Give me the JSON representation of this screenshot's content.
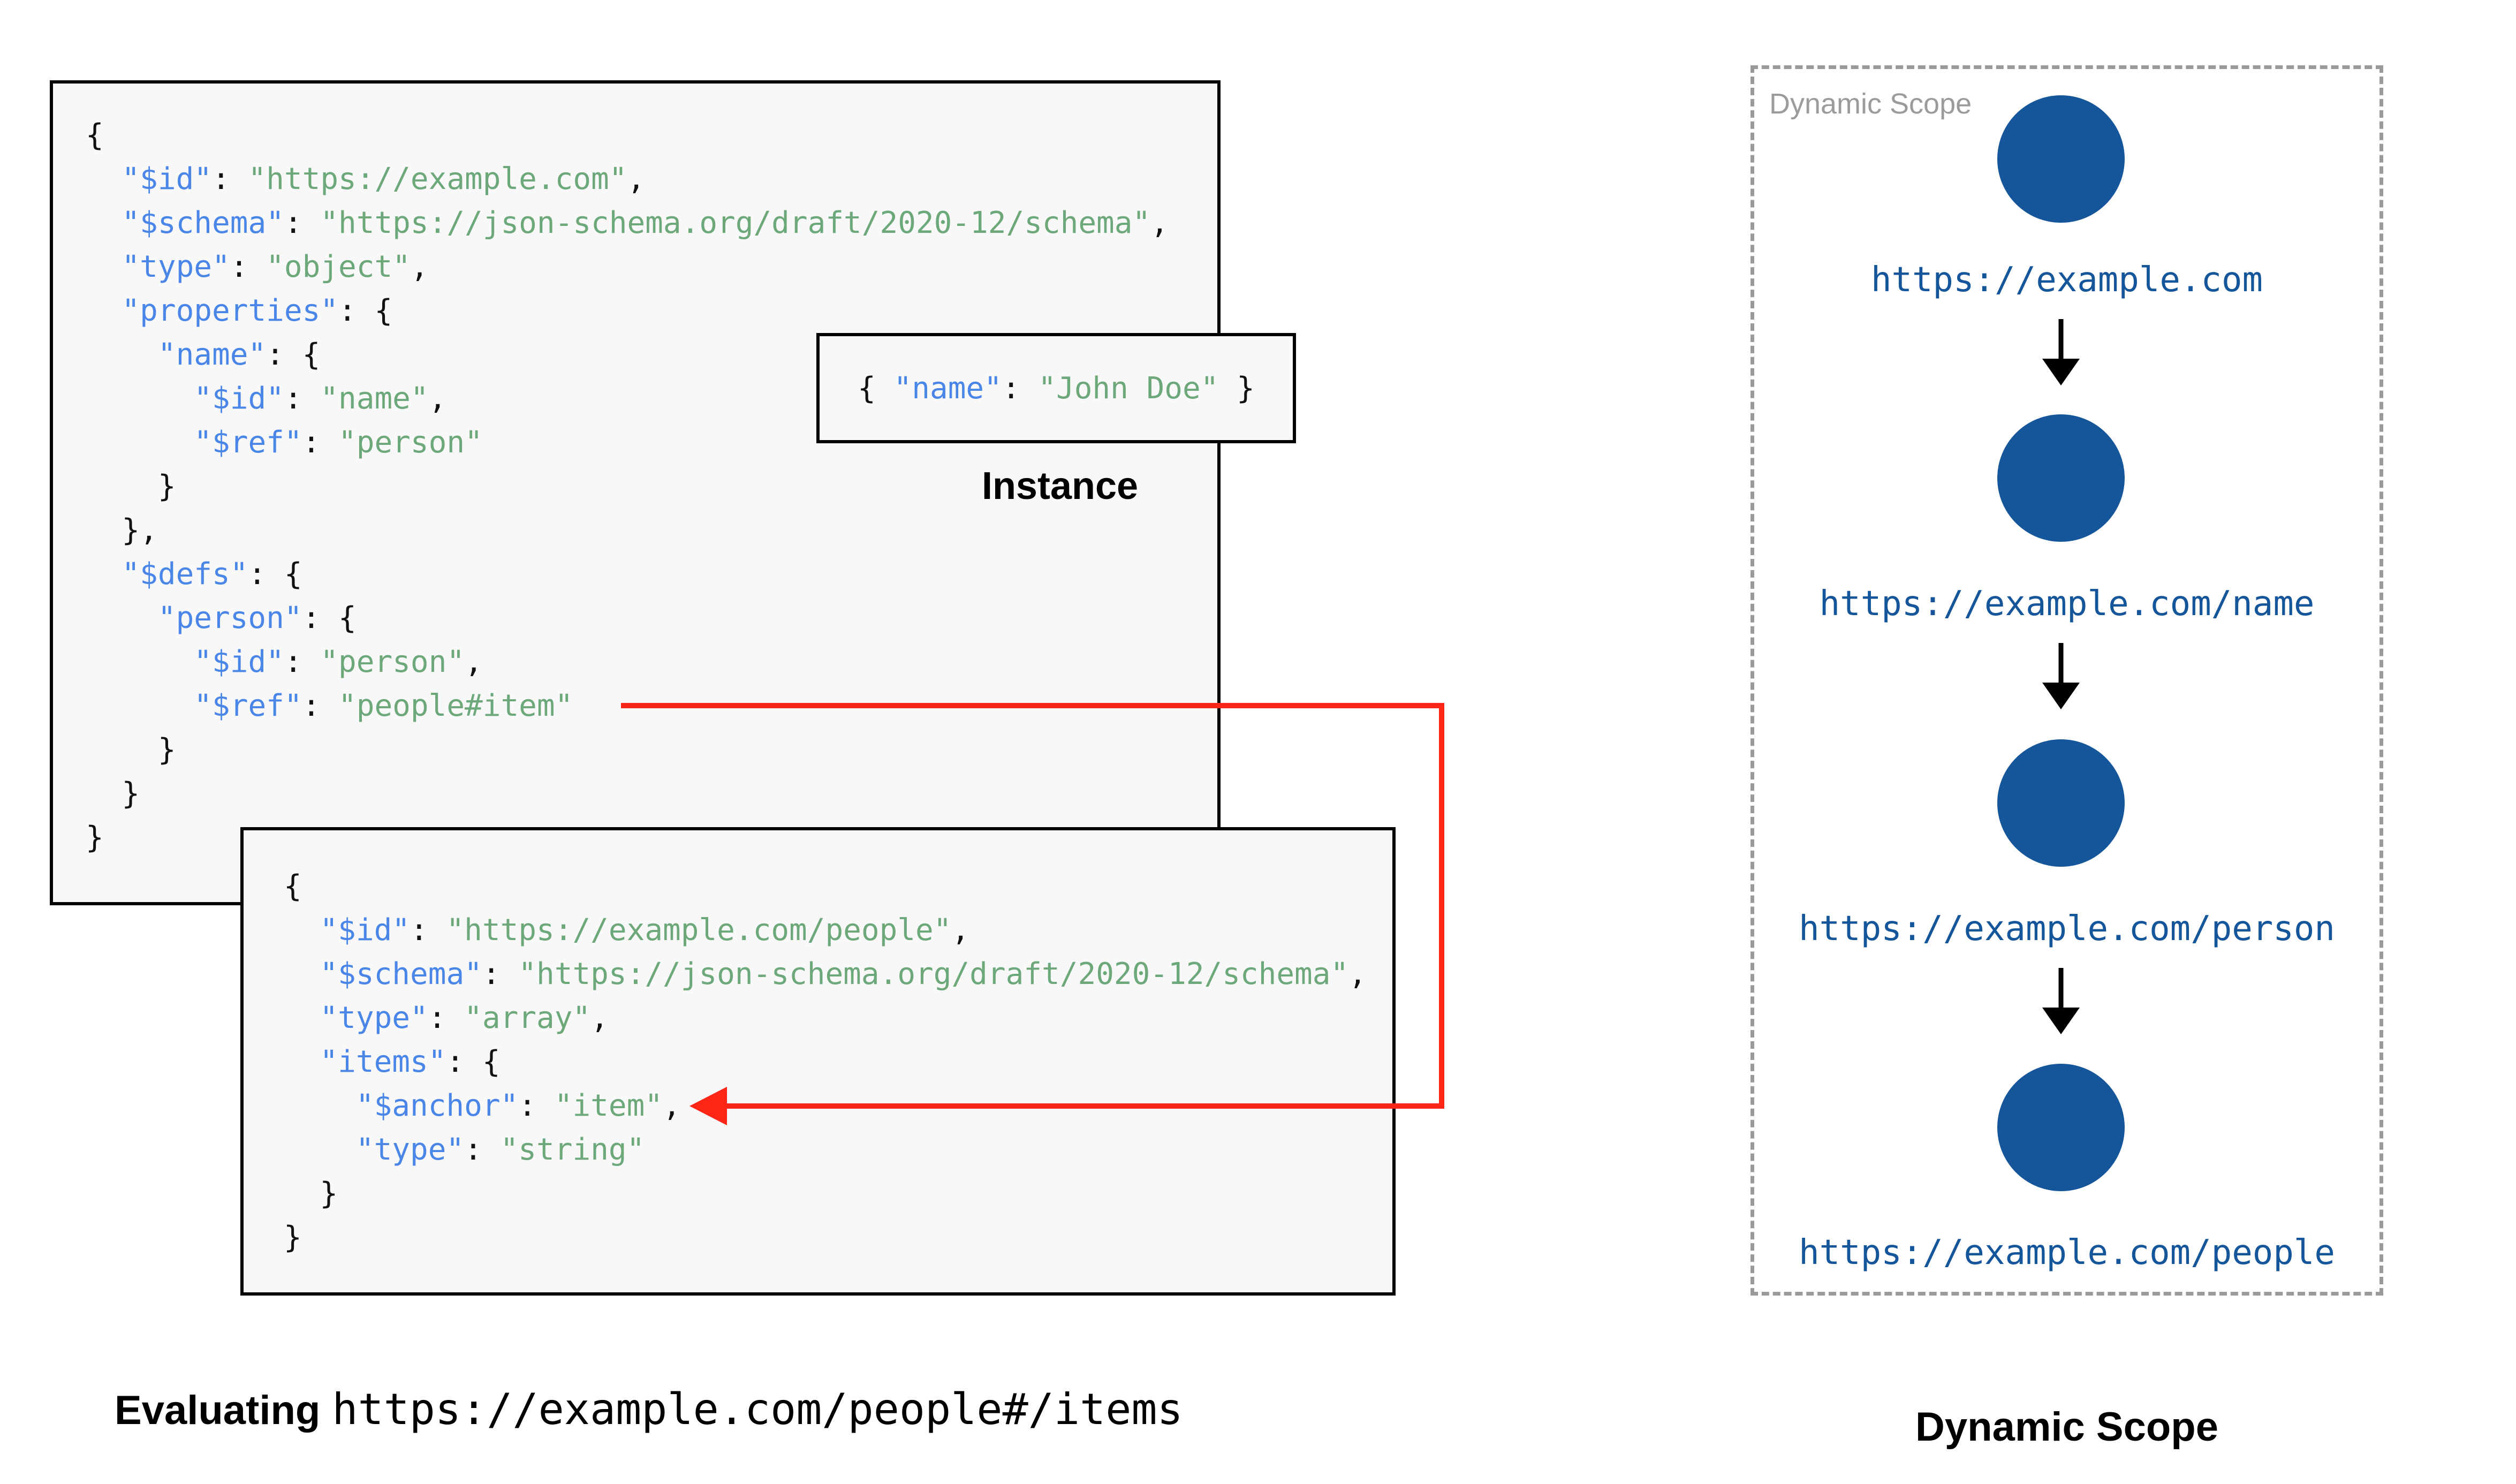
{
  "colors": {
    "key_blue": "#4a86e8",
    "string_green": "#6CA87A",
    "punctuation_black": "#111111",
    "node_blue": "#15569B",
    "connector_red": "#FF2617",
    "box_background": "#F8F8F8",
    "box_border": "#000000",
    "dashed_border_gray": "#9A9A9A",
    "scope_title_gray": "#9B9B9B"
  },
  "schema_a": {
    "lines": [
      [
        [
          "p",
          "{"
        ]
      ],
      [
        [
          "p",
          "  "
        ],
        [
          "k",
          "\"$id\""
        ],
        [
          "p",
          ": "
        ],
        [
          "s",
          "\"https://example.com\""
        ],
        [
          "p",
          ","
        ]
      ],
      [
        [
          "p",
          "  "
        ],
        [
          "k",
          "\"$schema\""
        ],
        [
          "p",
          ": "
        ],
        [
          "s",
          "\"https://json-schema.org/draft/2020-12/schema\""
        ],
        [
          "p",
          ","
        ]
      ],
      [
        [
          "p",
          "  "
        ],
        [
          "k",
          "\"type\""
        ],
        [
          "p",
          ": "
        ],
        [
          "s",
          "\"object\""
        ],
        [
          "p",
          ","
        ]
      ],
      [
        [
          "p",
          "  "
        ],
        [
          "k",
          "\"properties\""
        ],
        [
          "p",
          ": {"
        ]
      ],
      [
        [
          "p",
          "    "
        ],
        [
          "k",
          "\"name\""
        ],
        [
          "p",
          ": {"
        ]
      ],
      [
        [
          "p",
          "      "
        ],
        [
          "k",
          "\"$id\""
        ],
        [
          "p",
          ": "
        ],
        [
          "s",
          "\"name\""
        ],
        [
          "p",
          ","
        ]
      ],
      [
        [
          "p",
          "      "
        ],
        [
          "k",
          "\"$ref\""
        ],
        [
          "p",
          ": "
        ],
        [
          "s",
          "\"person\""
        ]
      ],
      [
        [
          "p",
          "    }"
        ]
      ],
      [
        [
          "p",
          "  },"
        ]
      ],
      [
        [
          "p",
          "  "
        ],
        [
          "k",
          "\"$defs\""
        ],
        [
          "p",
          ": {"
        ]
      ],
      [
        [
          "p",
          "    "
        ],
        [
          "k",
          "\"person\""
        ],
        [
          "p",
          ": {"
        ]
      ],
      [
        [
          "p",
          "      "
        ],
        [
          "k",
          "\"$id\""
        ],
        [
          "p",
          ": "
        ],
        [
          "s",
          "\"person\""
        ],
        [
          "p",
          ","
        ]
      ],
      [
        [
          "p",
          "      "
        ],
        [
          "k",
          "\"$ref\""
        ],
        [
          "p",
          ": "
        ],
        [
          "s",
          "\"people#item\""
        ]
      ],
      [
        [
          "p",
          "    }"
        ]
      ],
      [
        [
          "p",
          "  }"
        ]
      ],
      [
        [
          "p",
          "}"
        ]
      ]
    ]
  },
  "schema_b": {
    "lines": [
      [
        [
          "p",
          "{"
        ]
      ],
      [
        [
          "p",
          "  "
        ],
        [
          "k",
          "\"$id\""
        ],
        [
          "p",
          ": "
        ],
        [
          "s",
          "\"https://example.com/people\""
        ],
        [
          "p",
          ","
        ]
      ],
      [
        [
          "p",
          "  "
        ],
        [
          "k",
          "\"$schema\""
        ],
        [
          "p",
          ": "
        ],
        [
          "s",
          "\"https://json-schema.org/draft/2020-12/schema\""
        ],
        [
          "p",
          ","
        ]
      ],
      [
        [
          "p",
          "  "
        ],
        [
          "k",
          "\"type\""
        ],
        [
          "p",
          ": "
        ],
        [
          "s",
          "\"array\""
        ],
        [
          "p",
          ","
        ]
      ],
      [
        [
          "p",
          "  "
        ],
        [
          "k",
          "\"items\""
        ],
        [
          "p",
          ": {"
        ]
      ],
      [
        [
          "p",
          "    "
        ],
        [
          "k",
          "\"$anchor\""
        ],
        [
          "p",
          ": "
        ],
        [
          "s",
          "\"item\""
        ],
        [
          "p",
          ","
        ]
      ],
      [
        [
          "p",
          "    "
        ],
        [
          "k",
          "\"type\""
        ],
        [
          "p",
          ": "
        ],
        [
          "s",
          "\"string\""
        ]
      ],
      [
        [
          "p",
          "  }"
        ]
      ],
      [
        [
          "p",
          "}"
        ]
      ]
    ]
  },
  "instance": {
    "tokens": [
      [
        "p",
        "{ "
      ],
      [
        "k",
        "\"name\""
      ],
      [
        "p",
        ": "
      ],
      [
        "s",
        "\"John Doe\""
      ],
      [
        "p",
        " }"
      ]
    ],
    "label": "Instance"
  },
  "scope": {
    "title": "Dynamic Scope",
    "nodes": [
      {
        "url": "https://example.com"
      },
      {
        "url": "https://example.com/name"
      },
      {
        "url": "https://example.com/person"
      },
      {
        "url": "https://example.com/people"
      }
    ]
  },
  "captions": {
    "evaluating_label": "Evaluating",
    "evaluating_uri": "https://example.com/people#/items",
    "scope_caption": "Dynamic Scope"
  }
}
